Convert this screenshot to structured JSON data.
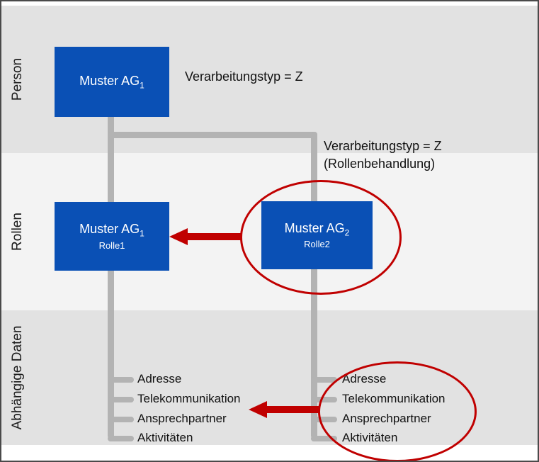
{
  "bands": {
    "person": "Person",
    "rollen": "Rollen",
    "dependent": "Abhängige Daten"
  },
  "boxes": {
    "person": {
      "name": "Muster AG",
      "index": "1"
    },
    "role1": {
      "name": "Muster AG",
      "index": "1",
      "role": "Rolle1"
    },
    "role2": {
      "name": "Muster AG",
      "index": "2",
      "role": "Rolle2"
    }
  },
  "annotations": {
    "person_link": "Verarbeitungstyp = Z",
    "role_link_line1": "Verarbeitungstyp = Z",
    "role_link_line2": "(Rollenbehandlung)"
  },
  "dependent_left": [
    "Adresse",
    "Telekommunikation",
    "Ansprechpartner",
    "Aktivitäten"
  ],
  "dependent_right": [
    "Adresse",
    "Telekommunikation",
    "Ansprechpartner",
    "Aktivitäten"
  ],
  "colors": {
    "box_blue": "#0a50b5",
    "connector_gray": "#b3b3b3",
    "highlight_red": "#c00000",
    "band_gray": "#e2e2e2",
    "band_light": "#f3f3f3"
  }
}
